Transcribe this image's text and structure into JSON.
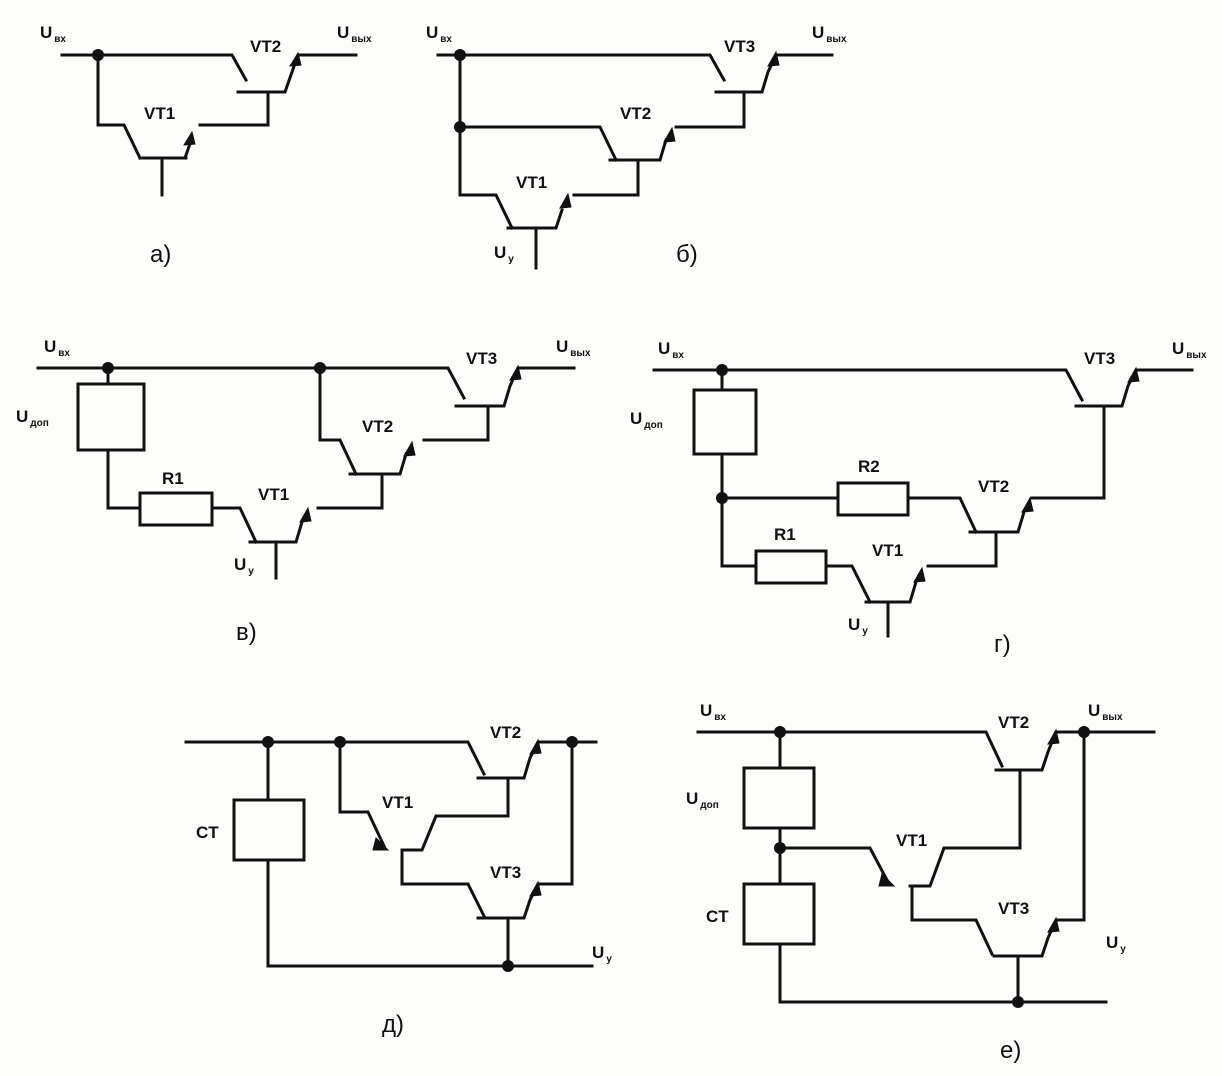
{
  "labels": {
    "u_in": "U",
    "u_in_sub": "вх",
    "u_out": "U",
    "u_out_sub": "вых",
    "u_ctrl": "U",
    "u_ctrl_sub": "у",
    "u_add": "U",
    "u_add_sub": "доп",
    "vt1": "VT1",
    "vt2": "VT2",
    "vt3": "VT3",
    "r1": "R1",
    "r2": "R2",
    "ct": "CT"
  },
  "captions": {
    "a": "а)",
    "b": "б)",
    "v": "в)",
    "g": "г)",
    "d": "д)",
    "e": "е)"
  }
}
